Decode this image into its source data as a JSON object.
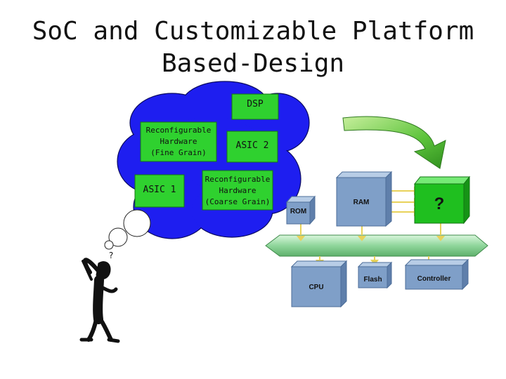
{
  "title": {
    "line1": "SoC and Customizable Platform",
    "line2": "Based-Design"
  },
  "cloud": {
    "dsp": "DSP",
    "asic2": "ASIC 2",
    "asic1": "ASIC 1",
    "reconfig_fine": {
      "line1": "Reconfigurable",
      "line2": "Hardware",
      "line3": "(Fine Grain)"
    },
    "reconfig_coarse": {
      "line1": "Reconfigurable",
      "line2": "Hardware",
      "line3": "(Coarse Grain)"
    }
  },
  "thought": {
    "question": "?"
  },
  "platform": {
    "rom": "ROM",
    "ram": "RAM",
    "custom": "?",
    "cpu": "CPU",
    "flash": "Flash",
    "controller": "Controller"
  },
  "colors": {
    "cloud_fill": "#1e1ef0",
    "box_fill": "#2fd12f",
    "block_front": "#7f9fc8",
    "bus": "#9ddfa6",
    "arrow": "#55c23a"
  }
}
